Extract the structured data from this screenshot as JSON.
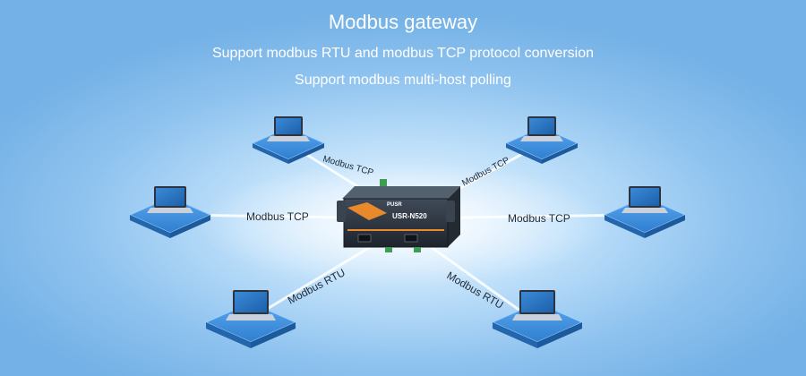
{
  "header": {
    "title": "Modbus gateway",
    "subtitle_1": "Support modbus RTU and modbus TCP protocol conversion",
    "subtitle_2": "Support modbus multi-host polling"
  },
  "device": {
    "brand": "PUSR",
    "model": "USR-N520"
  },
  "links": [
    {
      "id": "top-left",
      "label": "Modbus TCP"
    },
    {
      "id": "mid-left",
      "label": "Modbus TCP"
    },
    {
      "id": "bottom-left",
      "label": "Modbus RTU"
    },
    {
      "id": "top-right",
      "label": "Modbus TCP"
    },
    {
      "id": "mid-right",
      "label": "Modbus TCP"
    },
    {
      "id": "bottom-right",
      "label": "Modbus RTU"
    }
  ],
  "colors": {
    "laptop_screen": "#2a78c8",
    "platform": "#3b8ee0",
    "device_body": "#2d3440",
    "device_accent": "#e8892b"
  }
}
